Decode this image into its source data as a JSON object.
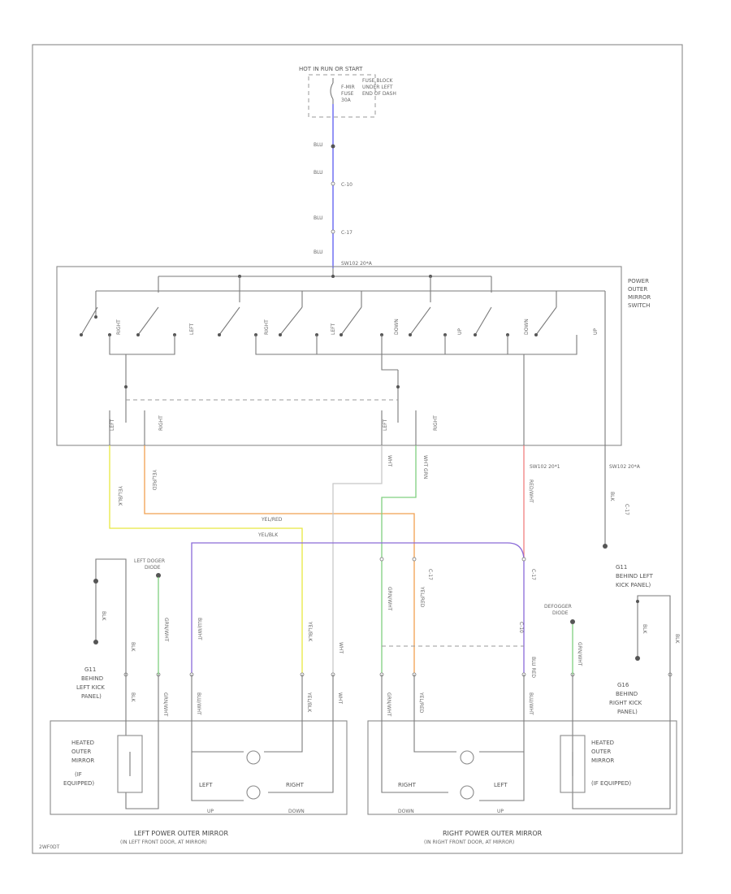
{
  "colors": {
    "blu": "#5a5af0",
    "yel_blk": "#e8e840",
    "yel_red": "#f0a050",
    "grn_wht": "#80d080",
    "wht": "#c8c8c8",
    "red_wht": "#f08080",
    "blk": "#7a7a7a",
    "blu_wht": "#8a6ad8"
  },
  "header": {
    "fuse_source": "HOT IN RUN OR START",
    "fuse_id": "F-MIR",
    "fuse_label": "FUSE",
    "fuse_amp": "30A",
    "fuse_block_1": "FUSE BLOCK",
    "fuse_block_2": "UNDER LEFT",
    "fuse_block_3": "END OF DASH"
  },
  "wires": {
    "blu": "BLU",
    "yel_blk": "YEL/BLK",
    "yel_red": "YEL/RED",
    "grn_wht": "GRN/WHT",
    "wht": "WHT",
    "red_wht": "RED/WHT",
    "blk": "BLK",
    "blu_wht": "BLU/WHT",
    "wht_grn": "WHT GRN",
    "blu_red": "BLU RED"
  },
  "connectors": {
    "c1": "C-10",
    "c2": "C-17",
    "c3": "C-17",
    "c4": "C-17",
    "c5": "C-17",
    "c6": "C-10",
    "sw_main": "SW102 20*A",
    "sw_a": "SW102 20*1",
    "sw_b": "SW102 20*A"
  },
  "switch": {
    "name_1": "POWER",
    "name_2": "OUTER",
    "name_3": "MIRROR",
    "name_4": "SWITCH",
    "labels": [
      "RIGHT",
      "LEFT",
      "RIGHT",
      "LEFT",
      "DOWN",
      "UP",
      "DOWN",
      "UP"
    ],
    "pin_labels": [
      "LEFT",
      "RIGHT",
      "LEFT",
      "RIGHT"
    ]
  },
  "grounds": {
    "g_left_id": "G11",
    "g_left_1": "BEHIND",
    "g_left_2": "LEFT KICK",
    "g_left_3": "PANEL)",
    "g_mid_id": "G11",
    "g_mid_1": "BEHIND LEFT",
    "g_mid_2": "KICK PANEL)",
    "g_right_id": "G16",
    "g_right_1": "BEHIND",
    "g_right_2": "RIGHT KICK",
    "g_right_3": "PANEL)",
    "defogger_l_1": "LEFT DOGER",
    "defogger_l_2": "DIODE",
    "defogger_r_1": "DEFOGGER",
    "defogger_r_2": "DIODE"
  },
  "mirrors": {
    "heater_l_1": "HEATED",
    "heater_l_2": "OUTER",
    "heater_l_3": "MIRROR",
    "heater_l_4": "(IF",
    "heater_l_5": "EQUIPPED)",
    "heater_r_1": "HEATED",
    "heater_r_2": "OUTER",
    "heater_r_3": "MIRROR",
    "heater_r_4": "(IF EQUIPPED)",
    "left_motor_l": "LEFT",
    "left_motor_r": "RIGHT",
    "left_up": "UP",
    "left_down": "DOWN",
    "right_motor_l": "RIGHT",
    "right_motor_r": "LEFT",
    "right_up": "UP",
    "right_down": "DOWN",
    "left_title": "LEFT POWER OUTER MIRROR",
    "left_sub": "(IN LEFT FRONT DOOR, AT MIRROR)",
    "right_title": "RIGHT POWER OUTER MIRROR",
    "right_sub": "(IN RIGHT FRONT DOOR, AT MIRROR)"
  },
  "footer": {
    "code": "2WF0DT"
  }
}
